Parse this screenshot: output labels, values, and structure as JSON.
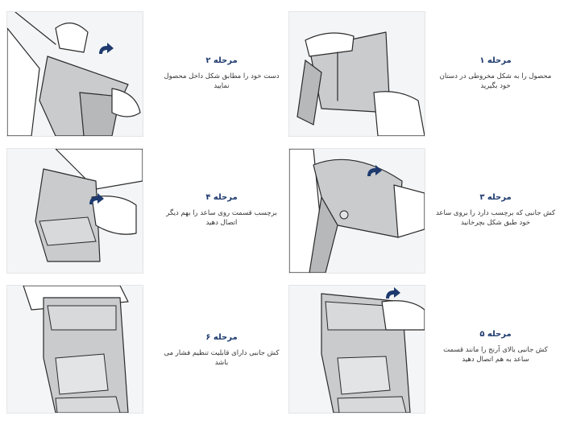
{
  "steps": [
    {
      "title": "مرحله ۱",
      "text": "محصول را به شکل مخروطی در دستان خود بگیرید"
    },
    {
      "title": "مرحله ۲",
      "text": "دست خود را مطابق شکل داخل محصول نمایید"
    },
    {
      "title": "مرحله ۳",
      "text": "کش جانبی که برچسب دارد را بروی ساعد خود طبق شکل بچرخانید"
    },
    {
      "title": "مرحله ۴",
      "text": "برچسب قسمت روی ساعد را بهم دیگر اتصال دهید"
    },
    {
      "title": "مرحله ۵",
      "text": "کش جانبی بالای آرنج را مانند قسمت ساعد به هم اتصال دهید"
    },
    {
      "title": "مرحله ۶",
      "text": "کش جانبی دارای قابلیت تنظیم فشار می باشد"
    }
  ],
  "colors": {
    "title": "#1e3a6e",
    "text": "#333333",
    "panel_bg": "#f4f5f6",
    "brace": "#c9cbcd"
  }
}
